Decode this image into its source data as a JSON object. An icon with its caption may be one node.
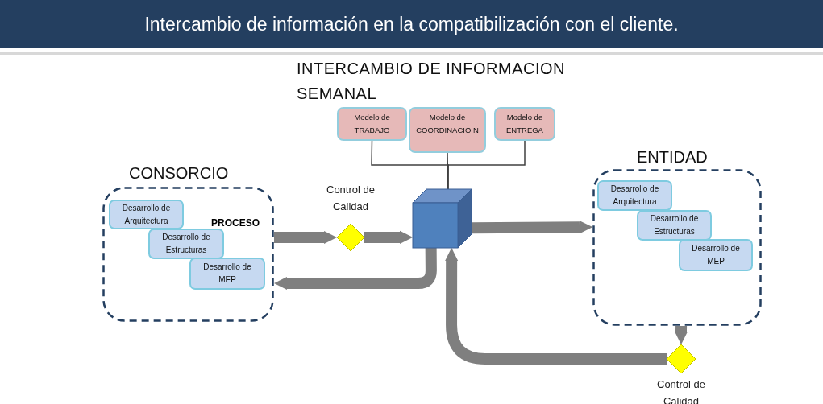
{
  "diagram": {
    "title": "Intercambio de información en la compatibilización con el cliente.",
    "nodes": [
      {
        "text": [
          "CONSORCIO",
          "PROCESO"
        ]
      },
      {
        "text": [
          "Desarrollo de Arquitectura"
        ],
        "in": 0
      },
      {
        "text": [
          "Desarrollo de Estructuras"
        ],
        "in": 0
      },
      {
        "text": [
          "Desarrollo de MEP"
        ],
        "in": 0
      },
      {
        "text": [],
        "shape": "diamond",
        "beside": [
          "Control de Calidad"
        ]
      },
      {
        "text": [
          "Modelo de TRABAJO"
        ]
      },
      {
        "text": [
          "Modelo de COORDINACIO N"
        ]
      },
      {
        "text": [
          "Modelo de ENTREGA"
        ]
      },
      {
        "text": [],
        "shape": "cube"
      },
      {
        "text": [
          "ENTIDAD"
        ]
      },
      {
        "text": [
          "Desarrollo de Arquitectura"
        ],
        "in": 9
      },
      {
        "text": [
          "Desarrollo de Estructuras"
        ],
        "in": 9
      },
      {
        "text": [
          "Desarrollo de MEP"
        ],
        "in": 9
      },
      {
        "text": [],
        "shape": "diamond",
        "beside": [
          "Control de Calidad"
        ]
      }
    ],
    "edges": [
      {
        "from": 0,
        "to": 4,
        "arrow": "to"
      },
      {
        "from": 4,
        "to": 8,
        "arrow": "to"
      },
      {
        "from": 8,
        "to": 0,
        "arrow": "to"
      },
      {
        "from": 8,
        "to": 9,
        "arrow": "to"
      },
      {
        "from": 9,
        "to": 13,
        "arrow": "to"
      },
      {
        "from": 13,
        "to": 8,
        "arrow": "to"
      },
      {
        "from": 5,
        "to": 8,
        "arrow": "none",
        "color": "#404040"
      },
      {
        "from": 6,
        "to": 8,
        "arrow": "none",
        "color": "#404040"
      },
      {
        "from": 7,
        "to": 8,
        "arrow": "none",
        "color": "#404040"
      }
    ],
    "labels": [
      "INTERCAMBIO DE INFORMACION SEMANAL"
    ]
  }
}
